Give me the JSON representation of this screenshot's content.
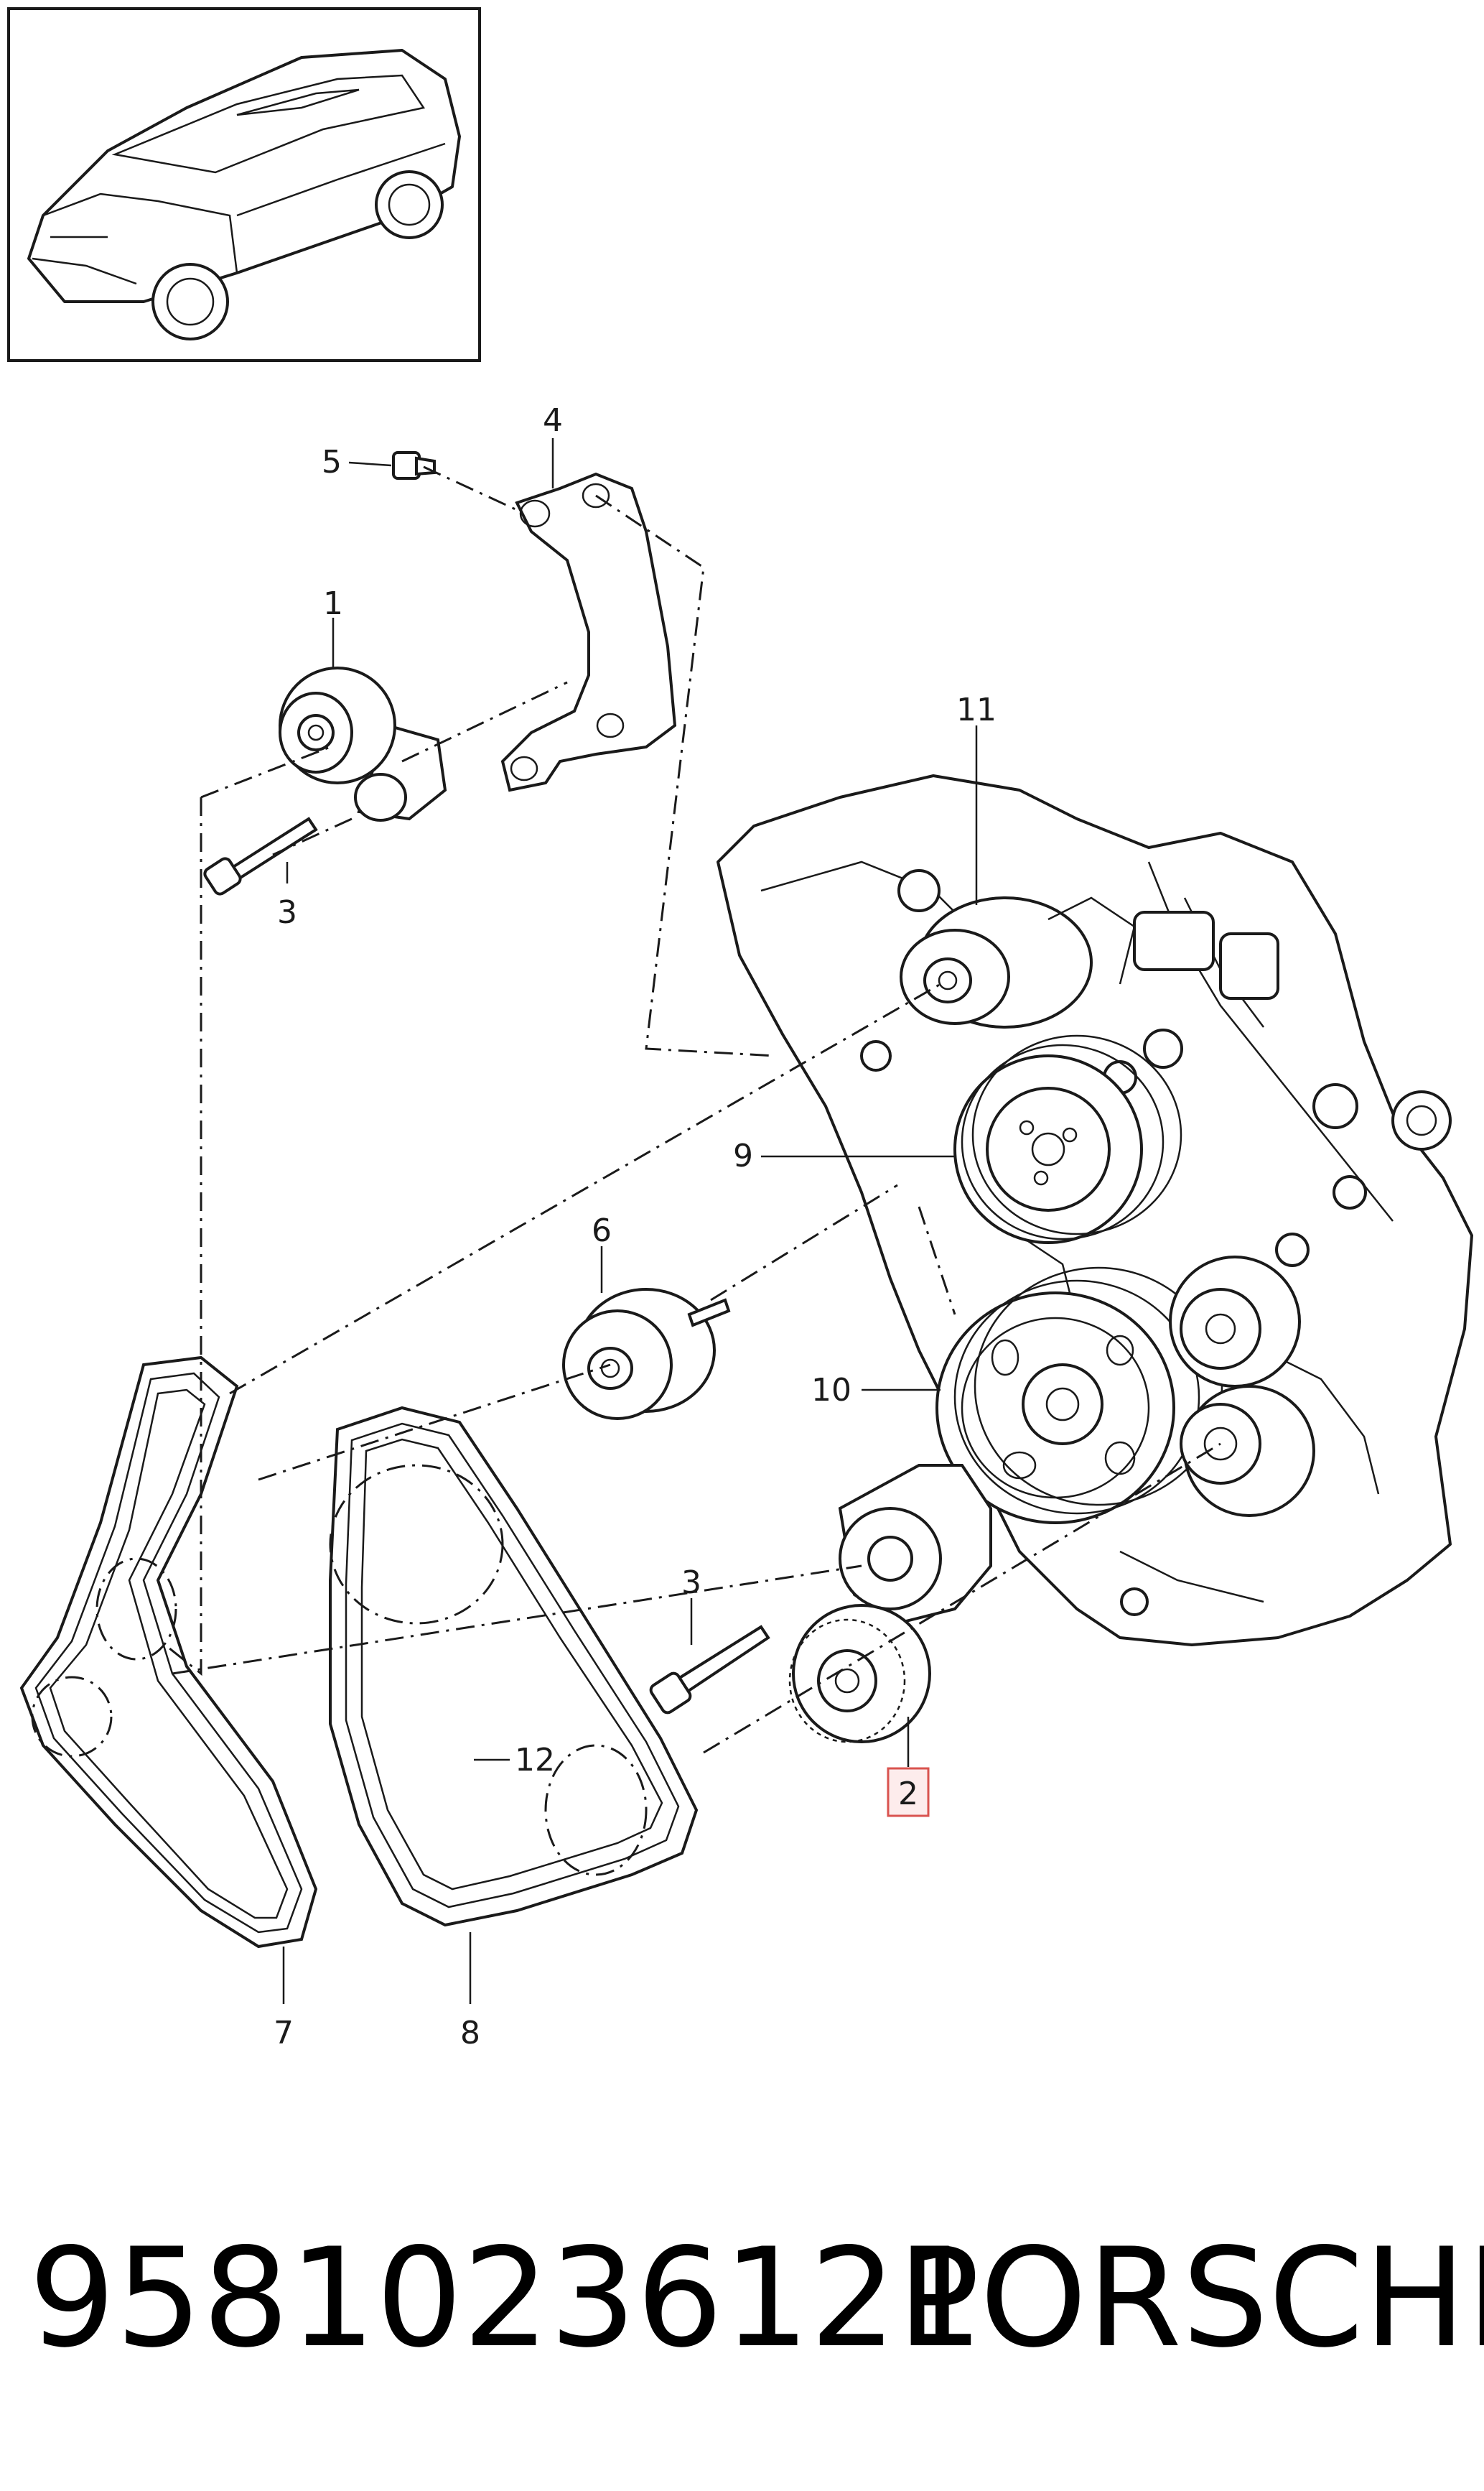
{
  "diagram": {
    "callouts": [
      {
        "id": "1",
        "label": "1"
      },
      {
        "id": "2",
        "label": "2",
        "highlighted": true
      },
      {
        "id": "3a",
        "label": "3"
      },
      {
        "id": "3b",
        "label": "3"
      },
      {
        "id": "4",
        "label": "4"
      },
      {
        "id": "5",
        "label": "5"
      },
      {
        "id": "6",
        "label": "6"
      },
      {
        "id": "7",
        "label": "7"
      },
      {
        "id": "8",
        "label": "8"
      },
      {
        "id": "9",
        "label": "9"
      },
      {
        "id": "10",
        "label": "10"
      },
      {
        "id": "11",
        "label": "11"
      },
      {
        "id": "12",
        "label": "12"
      }
    ],
    "highlight_color": "#d9534f"
  },
  "caption": {
    "part_number": "95810236121",
    "brand": "PORSCHE"
  },
  "icons": [
    "vehicle-thumbnail-icon"
  ]
}
